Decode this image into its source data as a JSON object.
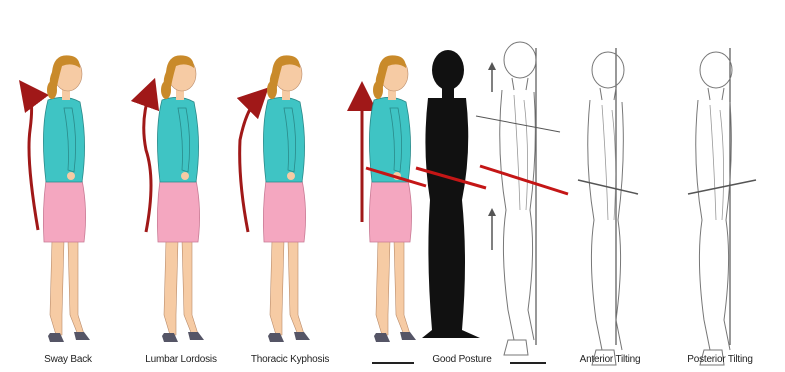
{
  "captions": {
    "sway_back": "Sway Back",
    "lumbar_lordosis": "Lumbar Lordosis",
    "thoracic_kyphosis": "Thoracic Kyphosis",
    "good_posture": "Good Posture",
    "anterior_tilting": "Anterior Tilting",
    "posterior_tilting": "Posterior Tilting"
  },
  "colors": {
    "hair": "#c98a2a",
    "skin": "#f6cba4",
    "blouse": "#3fc4c4",
    "skirt": "#f4a7c0",
    "shoe": "#555566",
    "arrow": "#a01818",
    "silhouette": "#111111",
    "sketch": "#777777"
  }
}
